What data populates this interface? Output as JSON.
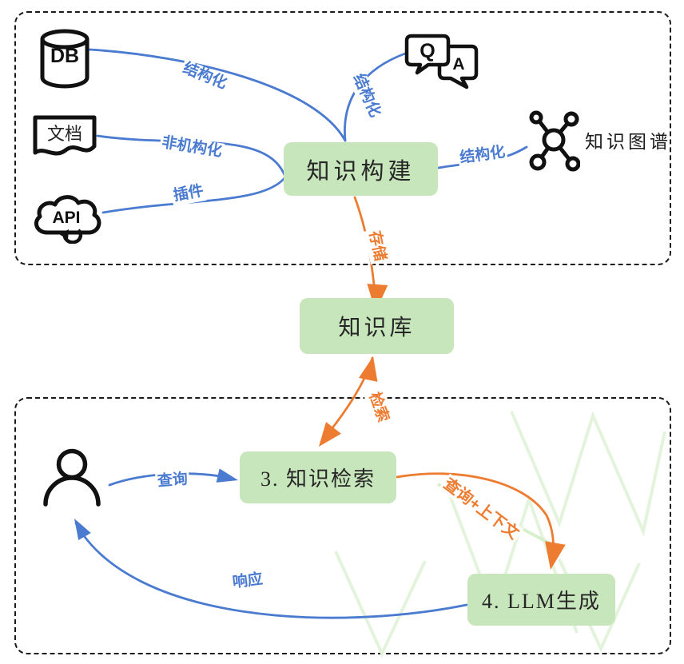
{
  "nodes": {
    "build": "知识构建",
    "kb": "知识库",
    "retrieval": "3. 知识检索",
    "llm": "4. LLM生成"
  },
  "edges": {
    "db": "结构化",
    "qa": "结构化",
    "doc": "非机构化",
    "api": "插件",
    "kg": "结构化",
    "store": "存储",
    "retrieve": "检索",
    "query": "查询",
    "query_context": "查询+上下文",
    "response": "响应"
  },
  "icons": {
    "db_text": "DB",
    "doc_text": "文档",
    "api_text": "API",
    "qa_q": "Q",
    "qa_a": "A",
    "kg_label": "知识图谱"
  },
  "colors": {
    "blue": "#4a7bd0",
    "orange": "#ed7c31",
    "node_fill": "#c8e6bb",
    "ink": "#1a1a1a"
  }
}
